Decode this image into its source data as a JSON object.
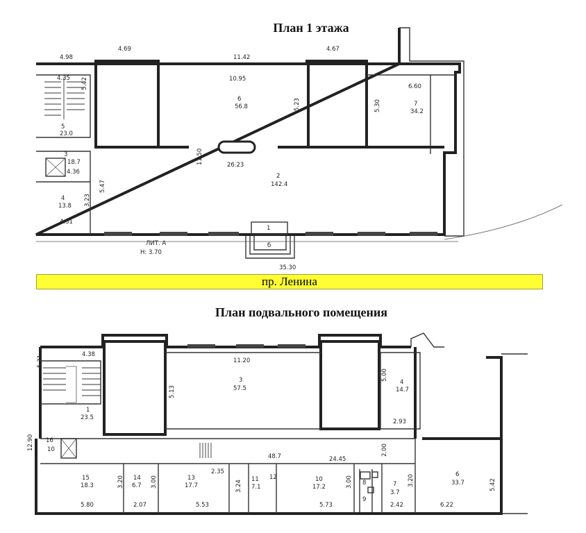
{
  "titles": {
    "first_floor": "План 1 этажа",
    "basement": "План подвального помещения"
  },
  "street": {
    "label": "пр. Ленина"
  },
  "first_floor": {
    "dimensions": {
      "d1": "4.98",
      "d2": "4.69",
      "d3": "11.42",
      "d4": "4.67",
      "d5": "4.35",
      "d6": "5.42",
      "d7": "10.95",
      "d8": "5.23",
      "d9": "6.60",
      "d10": "5.30",
      "d11": "11.50",
      "d12": "26.23",
      "d13": "4.36",
      "d14": "5.47",
      "d15": "3.23",
      "d16": "4.31",
      "d17": "35.30"
    },
    "rooms": {
      "r5_num": "5",
      "r5_area": "23.0",
      "r6_num": "6",
      "r6_area": "56.8",
      "r7_num": "7",
      "r7_area": "34.2",
      "r3_num": "3",
      "r3_area": "18.7",
      "r2_num": "2",
      "r2_area": "142.4",
      "r4_num": "4",
      "r4_area": "13.8",
      "r1_num": "1",
      "entrance_label": "б"
    },
    "stamp": {
      "line1": "ЛИТ. А",
      "line2": "Н: 3.70"
    }
  },
  "basement": {
    "dimensions": {
      "d1": "4.38",
      "d2": "5.31",
      "d3": "11.20",
      "d4": "5.13",
      "d5": "5.00",
      "d6": "2.93",
      "d7": "12.90",
      "d8": "24.45",
      "d9": "2.00",
      "d10": "2.35",
      "d11": "3.20",
      "d12": "3.00",
      "d13": "3.24",
      "d14": "3.00",
      "d15": "3.20",
      "d16": "5.42",
      "d17": "5.80",
      "d18": "2.07",
      "d19": "5.53",
      "d20": "5.73",
      "d21": "2.42",
      "d22": "6.22"
    },
    "rooms": {
      "r1_num": "1",
      "r1_area": "23.5",
      "r3_num": "3",
      "r3_area": "57.5",
      "r4_num": "4",
      "r4_area": "14.7",
      "r16_num": "16",
      "r16_area": "10",
      "r2_area": "48.7",
      "r15_num": "15",
      "r15_area": "18.3",
      "r14_num": "14",
      "r14_area": "6.7",
      "r13_num": "13",
      "r13_area": "17.7",
      "r11_num": "11",
      "r11_area": "7.1",
      "r12_num": "12",
      "r10_num": "10",
      "r10_area": "17.2",
      "r8_num": "8",
      "r9_num": "9",
      "r7_num": "7",
      "r7_area": "3.7",
      "r6_num": "6",
      "r6_area": "33.7"
    }
  },
  "colors": {
    "street_fill": "#ffff33",
    "line": "#222222"
  }
}
